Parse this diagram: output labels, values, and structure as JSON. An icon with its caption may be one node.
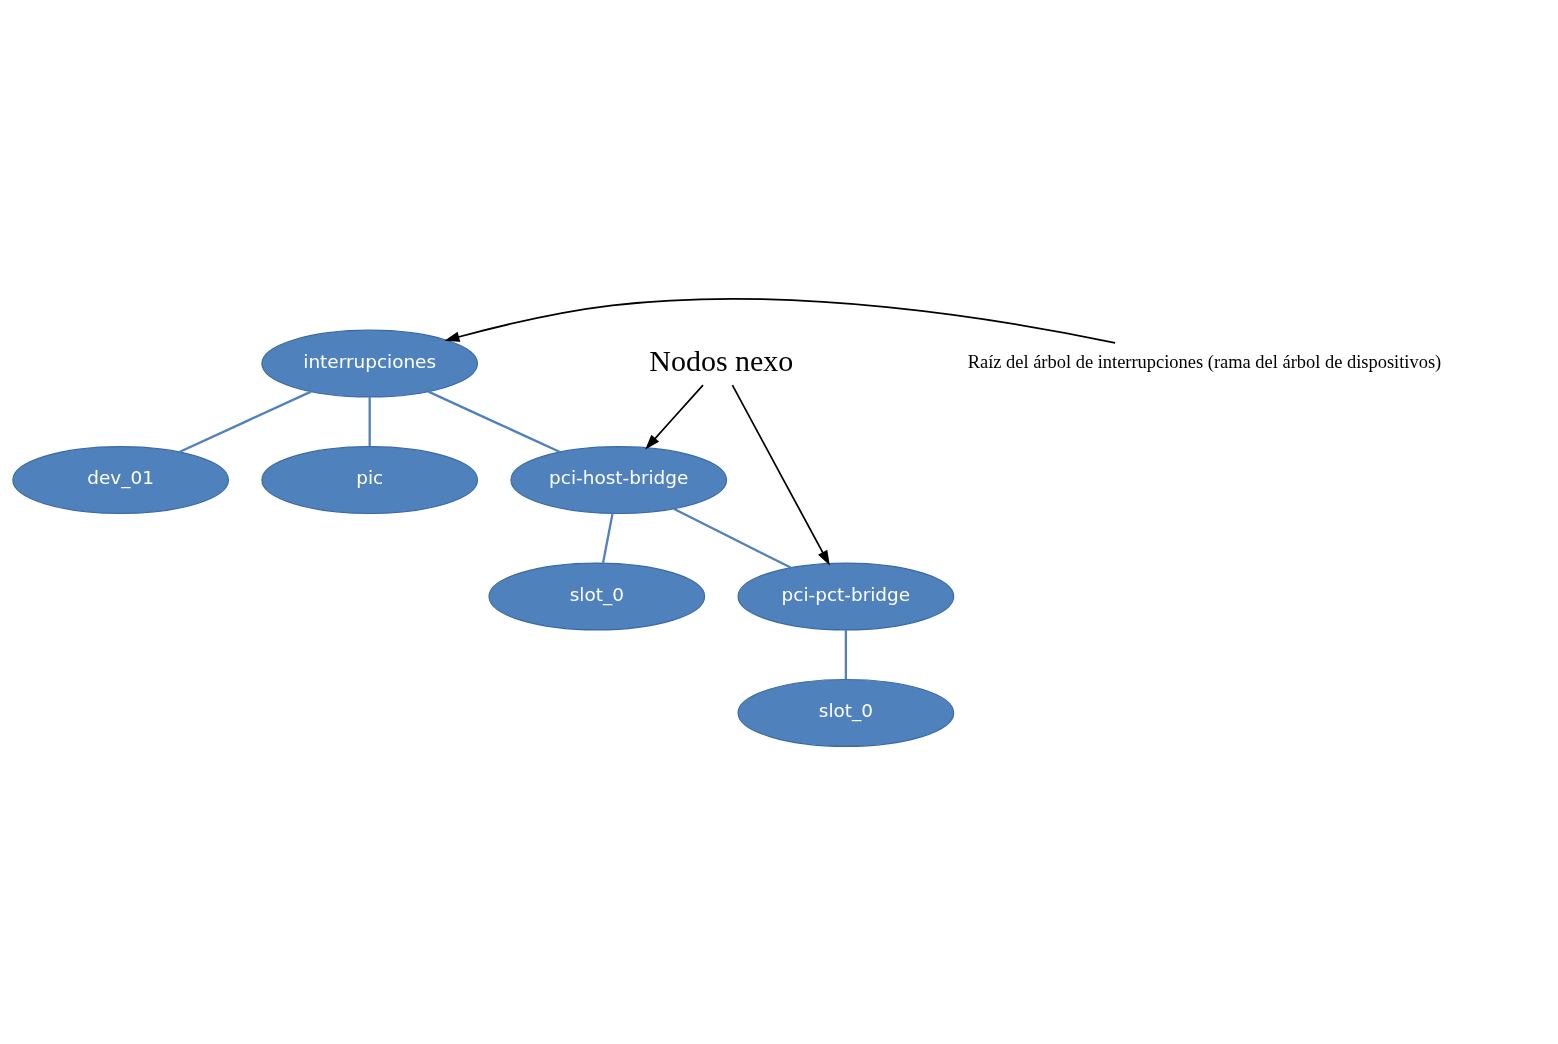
{
  "diagram": {
    "nodes": [
      {
        "text": [
          "interrupciones"
        ]
      },
      {
        "text": [
          "dev_01"
        ]
      },
      {
        "text": [
          "pic"
        ]
      },
      {
        "text": [
          "pci-host-bridge"
        ]
      },
      {
        "text": [
          "slot_0"
        ]
      },
      {
        "text": [
          "pci-pct-bridge"
        ]
      },
      {
        "text": [
          "slot_0"
        ]
      },
      {
        "text": [
          "Raíz del árbol de interrupciones (rama del árbol de dispositivos)"
        ]
      },
      {
        "text": [
          "Nodos nexo"
        ]
      }
    ],
    "edges": [
      {
        "from": 0,
        "to": 1,
        "arrow": "none"
      },
      {
        "from": 0,
        "to": 2,
        "arrow": "none"
      },
      {
        "from": 0,
        "to": 3,
        "arrow": "none"
      },
      {
        "from": 3,
        "to": 4,
        "arrow": "none"
      },
      {
        "from": 3,
        "to": 5,
        "arrow": "none"
      },
      {
        "from": 5,
        "to": 6,
        "arrow": "none"
      },
      {
        "from": 7,
        "to": 0,
        "arrow": "to",
        "color": "#000000"
      },
      {
        "from": 8,
        "to": 3,
        "arrow": "to",
        "color": "#000000"
      },
      {
        "from": 8,
        "to": 5,
        "arrow": "to",
        "color": "#000000"
      }
    ]
  }
}
